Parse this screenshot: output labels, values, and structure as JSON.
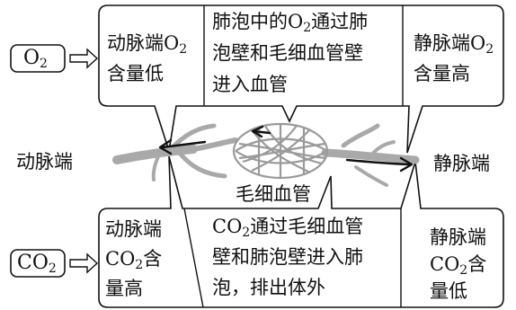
{
  "top_left_label": {
    "main": "O",
    "sub": "2"
  },
  "bottom_left_label": {
    "main": "CO",
    "sub": "2"
  },
  "top_boxes": {
    "artery": {
      "line1_pre": "动脉端O",
      "line1_sub": "2",
      "line2": "含量低"
    },
    "middle": {
      "line1_pre": "肺泡中的O",
      "line1_sub": "2",
      "line1_post": "通过肺",
      "line2": "泡壁和毛细血管壁",
      "line3": "进入血管"
    },
    "vein": {
      "line1_pre": "静脉端O",
      "line1_sub": "2",
      "line2": "含量高"
    }
  },
  "side_labels": {
    "artery_end": "动脉端",
    "vein_end": "静脉端",
    "capillary": "毛细血管"
  },
  "bottom_boxes": {
    "artery": {
      "line1": "动脉端",
      "line2_pre": "CO",
      "line2_sub": "2",
      "line2_post": "含",
      "line3": "量高"
    },
    "middle": {
      "line1_pre": "CO",
      "line1_sub": "2",
      "line1_post": "通过毛细血管",
      "line2": "壁和肺泡壁进入肺",
      "line3": "泡，排出体外"
    },
    "vein": {
      "line1": "静脉端",
      "line2_pre": "CO",
      "line2_sub": "2",
      "line2_post": "含",
      "line3": "量低"
    }
  }
}
